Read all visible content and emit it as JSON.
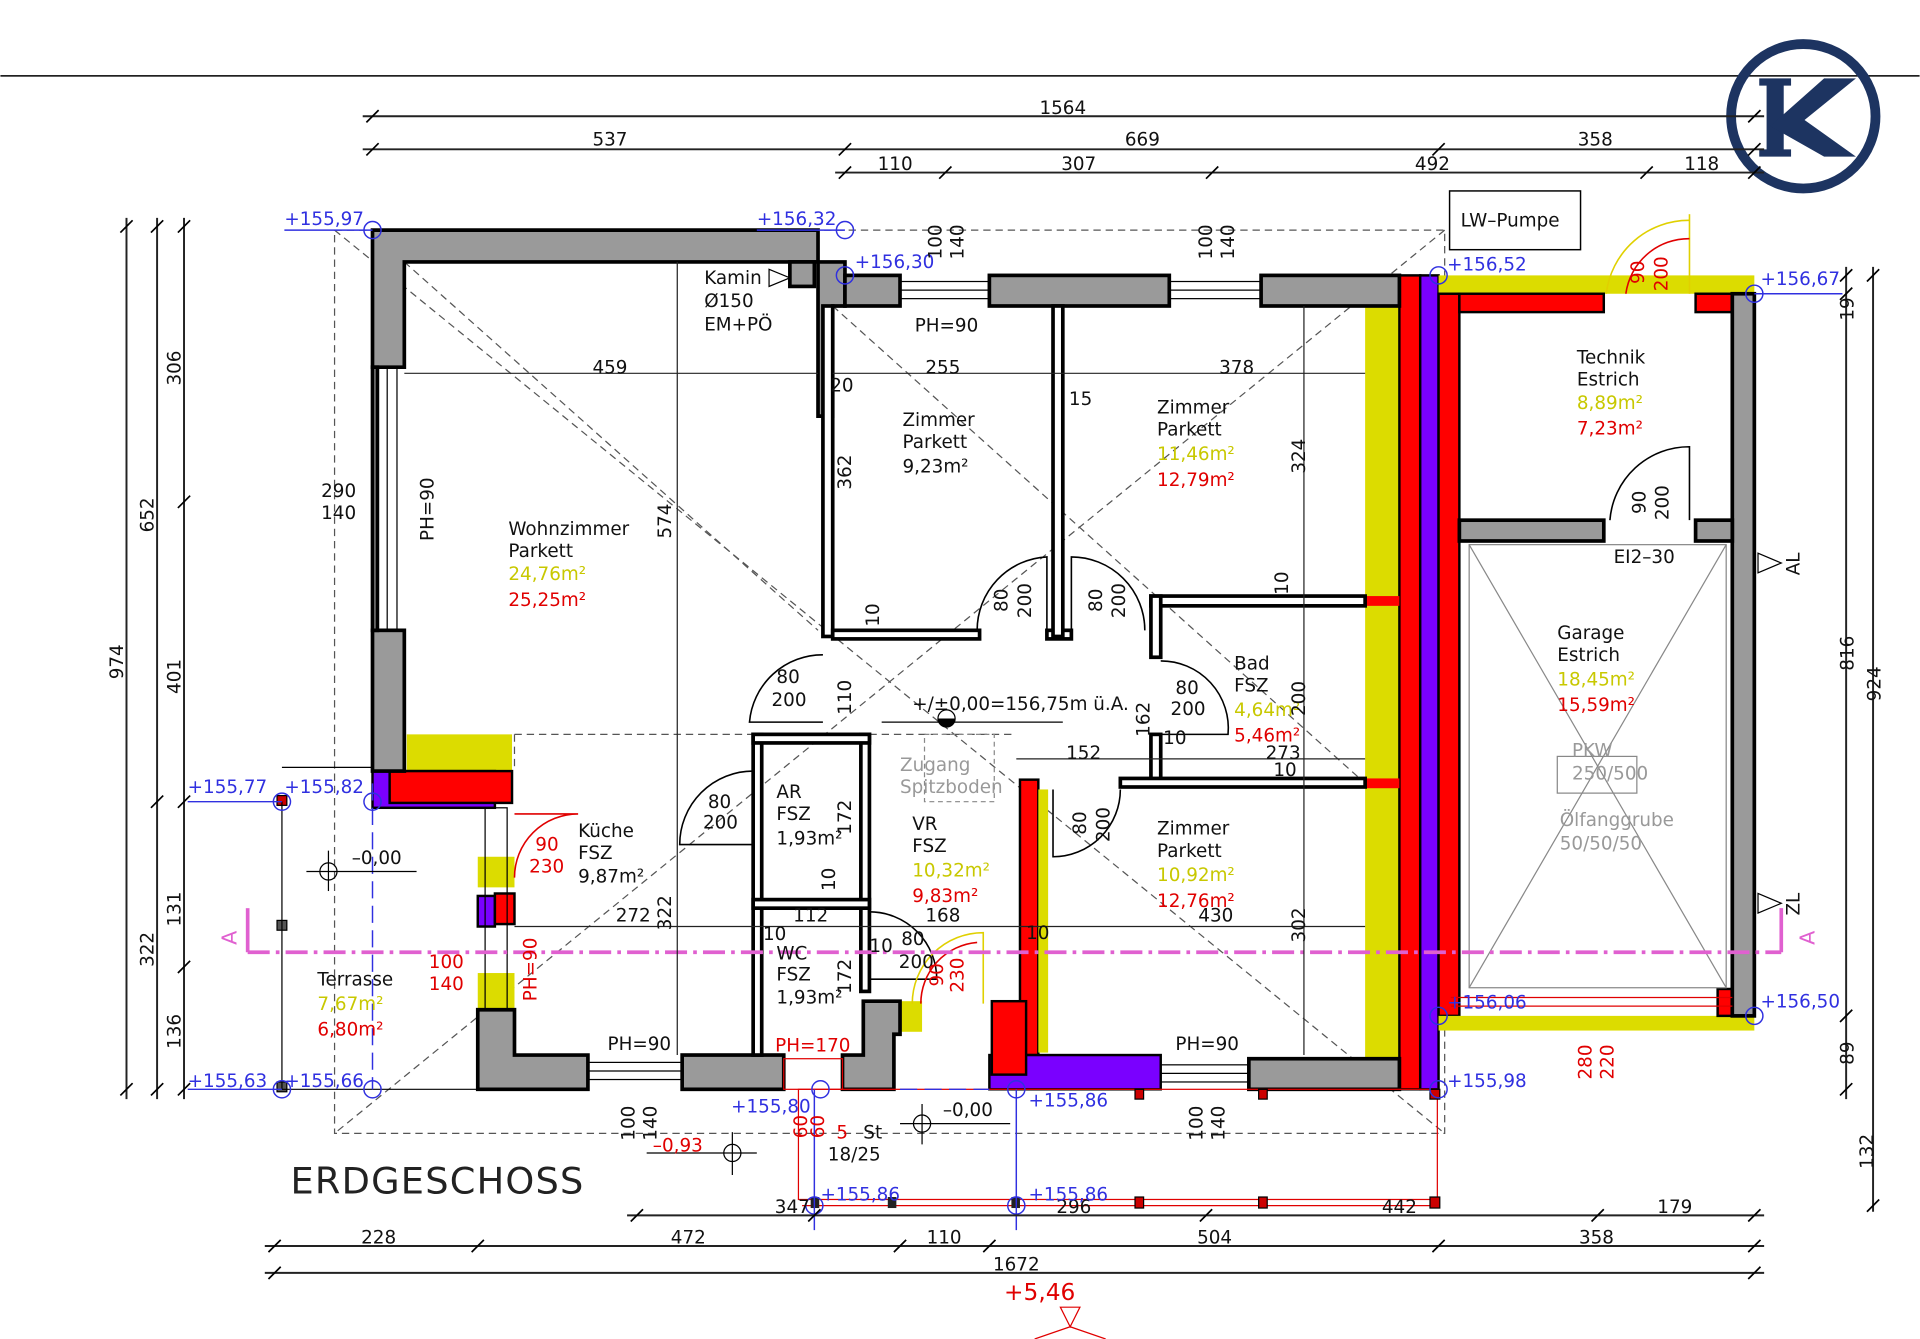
{
  "title": "ERDGESCHOSS",
  "logo_letter": "K",
  "colors": {
    "wall": "#9a9a9a",
    "insulation_red": "#ff0000",
    "insulation_purple": "#7a00ff",
    "insulation_yellow": "#dcdc00",
    "elevation_blue": "#3030e0",
    "section_pink": "#e060d0",
    "logo_navy": "#1d3461"
  },
  "dimensions": {
    "overall_top": "1564",
    "top_row2": [
      "537",
      "669",
      "358"
    ],
    "top_row3": [
      "110",
      "307",
      "492",
      "118"
    ],
    "left_outer": "974",
    "left_mid": [
      "652",
      "322"
    ],
    "left_inner": [
      "306",
      "401",
      "131",
      "136"
    ],
    "right": [
      "19",
      "816",
      "89",
      "132",
      "924"
    ],
    "bottom_row1": [
      "347",
      "296",
      "442",
      "179"
    ],
    "bottom_row2": [
      "228",
      "472",
      "110",
      "504",
      "358"
    ],
    "bottom_total": "1672"
  },
  "elevations": [
    "+155,97",
    "+156,32",
    "+156,30",
    "+156,52",
    "+156,67",
    "+155,77",
    "+155,82",
    "+155,63",
    "+155,66",
    "+155,80",
    "+155,86",
    "+155,98",
    "+156,06",
    "+156,50",
    "+155,86",
    "+155,86"
  ],
  "rooms": [
    {
      "l1": "Wohnzimmer",
      "l2": "Parkett",
      "a1": "24,76m²",
      "a2": "25,25m²"
    },
    {
      "l1": "Zimmer",
      "l2": "Parkett",
      "a1": "9,23m²"
    },
    {
      "l1": "Zimmer",
      "l2": "Parkett",
      "a1": "11,46m²",
      "a2": "12,79m²"
    },
    {
      "l1": "Technik",
      "l2": "Estrich",
      "a1": "8,89m²",
      "a2": "7,23m²"
    },
    {
      "l1": "Garage",
      "l2": "Estrich",
      "a1": "18,45m²",
      "a2": "15,59m²"
    },
    {
      "l1": "Bad",
      "l2": "FSZ",
      "a1": "4,64m²",
      "a2": "5,46m²"
    },
    {
      "l1": "Küche",
      "l2": "FSZ",
      "a1": "9,87m²"
    },
    {
      "l1": "AR",
      "l2": "FSZ",
      "a1": "1,93m²"
    },
    {
      "l1": "VR",
      "l2": "FSZ",
      "a1": "10,32m²",
      "a2": "9,83m²"
    },
    {
      "l1": "WC",
      "l2": "FSZ",
      "a1": "1,93m²"
    },
    {
      "l1": "Zimmer",
      "l2": "Parkett",
      "a1": "10,92m²",
      "a2": "12,76m²"
    },
    {
      "l1": "Terrasse",
      "a1": "7,67m²",
      "a2": "6,80m²"
    }
  ],
  "interior_dims": [
    "459",
    "255",
    "378",
    "20",
    "15",
    "290",
    "140",
    "362",
    "574",
    "324",
    "10",
    "10",
    "110",
    "162",
    "200",
    "152",
    "273",
    "10",
    "172",
    "10",
    "112",
    "168",
    "272",
    "322",
    "430",
    "302",
    "10",
    "10",
    "172",
    "10",
    "10"
  ],
  "doors": [
    {
      "w": "80",
      "h": "200"
    },
    {
      "w": "80",
      "h": "200"
    },
    {
      "w": "80",
      "h": "200"
    },
    {
      "w": "80",
      "h": "200"
    },
    {
      "w": "80",
      "h": "200"
    },
    {
      "w": "80",
      "h": "200"
    },
    {
      "w": "80",
      "h": "200"
    },
    {
      "w": "90",
      "h": "200"
    },
    {
      "w": "90",
      "h": "200"
    },
    {
      "w": "90",
      "h": "230"
    },
    {
      "w": "90",
      "h": "230"
    }
  ],
  "window_labels": {
    "ph90_a": "PH=90",
    "ph90_b": "PH=90",
    "ph90_c": "PH=90",
    "ph90_d": "PH=90",
    "ph170": "PH=170",
    "w_100": "100",
    "w_140": "140"
  },
  "window_ph_red": {
    "ph90": "PH=90",
    "a": "100",
    "b": "140"
  },
  "annotations": {
    "kamin": [
      "Kamin",
      "Ø150",
      "EM+PÖ"
    ],
    "lw_pumpe": "LW–Pumpe",
    "zero_ref": "+/±0,00=156,75m ü.A.",
    "zugang": [
      "Zugang",
      "Spitzboden"
    ],
    "pkw": [
      "PKW",
      "250/500"
    ],
    "oelfang": [
      "Ölfanggrube",
      "50/50/50"
    ],
    "ei30": "EI2–30",
    "al": "AL",
    "zl": "ZL",
    "section_a": "A",
    "terrace_level": "–0,00",
    "entry_level": "–0,00",
    "step_level": "–0,93",
    "stairs": [
      "5",
      "St",
      "18/25"
    ],
    "stair_red": [
      "60",
      "60"
    ],
    "garage_door": [
      "280",
      "220"
    ],
    "roof_level": "+5,46"
  }
}
